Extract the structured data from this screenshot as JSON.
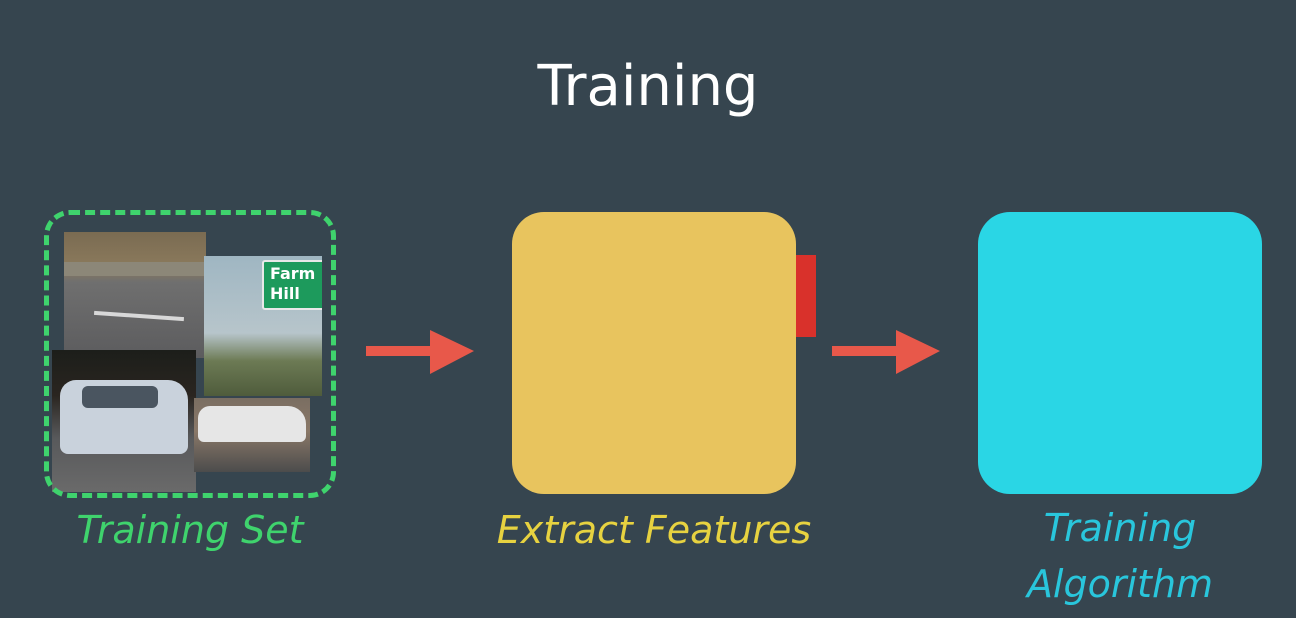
{
  "title": "Training",
  "stages": {
    "training_set": {
      "label": "Training Set",
      "color": "#3fd36d"
    },
    "extract_features": {
      "label": "Extract Features",
      "color": "#e7d240",
      "box_color": "#e8c45e"
    },
    "training_algorithm": {
      "label_line1": "Training",
      "label_line2": "Algorithm",
      "color": "#29c6dc",
      "box_color": "#2ad6e5"
    }
  },
  "sign_text": {
    "line1": "Farm",
    "line2": "Hill"
  },
  "colors": {
    "background": "#36454f",
    "arrow": "#e8584a",
    "tab": "#d9312b"
  }
}
